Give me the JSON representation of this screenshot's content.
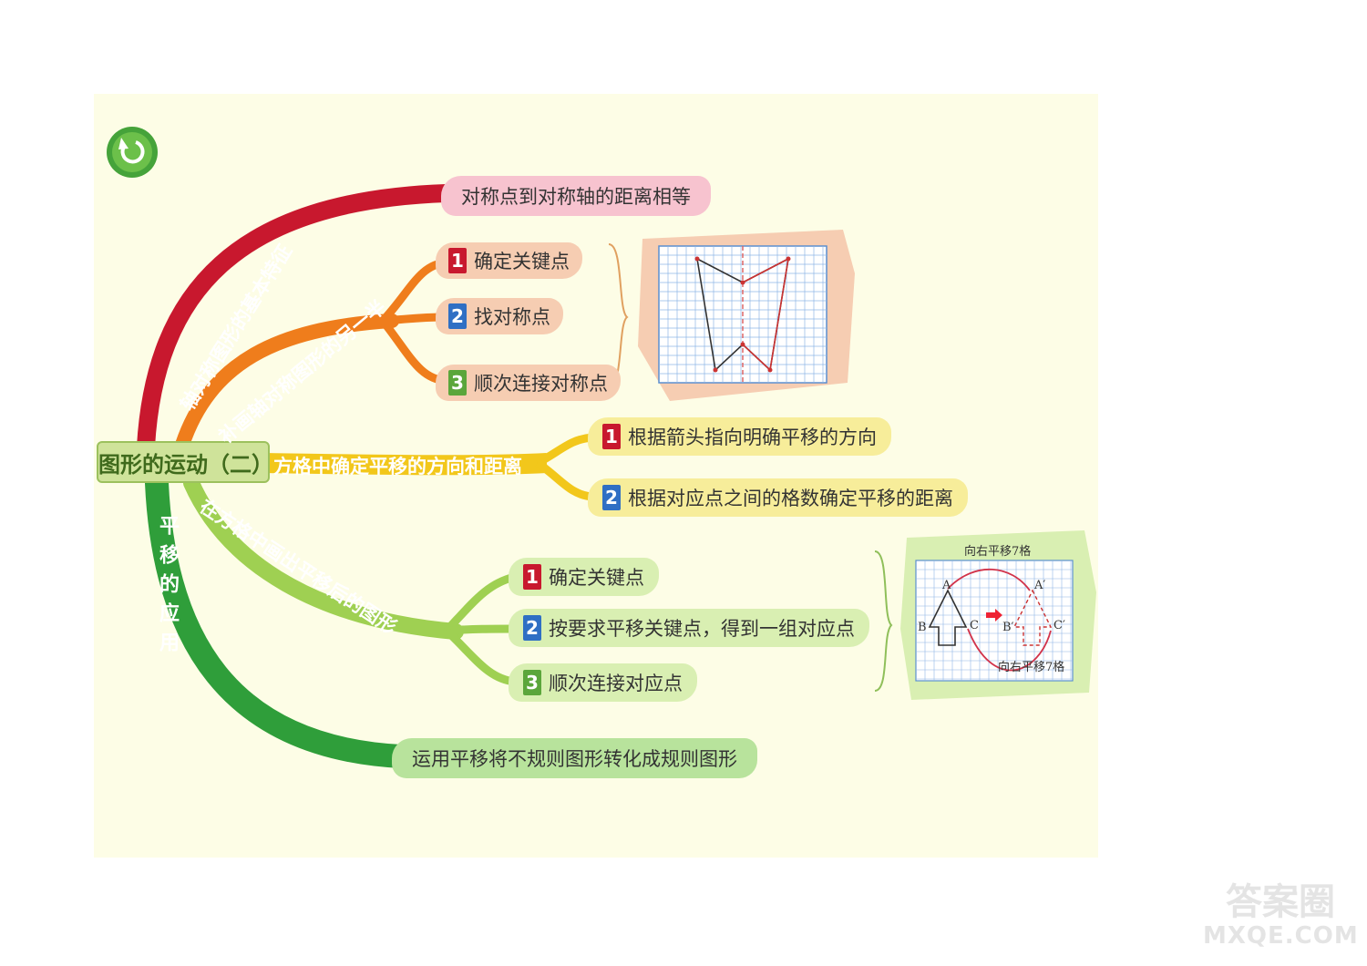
{
  "root": "图形的运动（二）",
  "branches": {
    "symmetry_feature": {
      "label": "轴对称图形的基本特征",
      "leaf": "对称点到对称轴的距离相等"
    },
    "complete_half": {
      "label": "补画轴对称图形的另一半",
      "steps": [
        {
          "num": "1",
          "text": "确定关键点"
        },
        {
          "num": "2",
          "text": "找对称点"
        },
        {
          "num": "3",
          "text": "顺次连接对称点"
        }
      ]
    },
    "translation_in_grid": {
      "label": "方格中确定平移的方向和距离",
      "steps": [
        {
          "num": "1",
          "text": "根据箭头指向明确平移的方向"
        },
        {
          "num": "2",
          "text": "根据对应点之间的格数确定平移的距离"
        }
      ]
    },
    "draw_translation": {
      "label": "在方格中画出平移后的图形",
      "steps": [
        {
          "num": "1",
          "text": "确定关键点"
        },
        {
          "num": "2",
          "text": "按要求平移关键点，得到一组对应点"
        },
        {
          "num": "3",
          "text": "顺次连接对应点"
        }
      ]
    },
    "translation_application": {
      "label": "平移的应用",
      "leaf": "运用平移将不规则图形转化成规则图形"
    }
  },
  "translation_figure": {
    "caption_top": "向右平移7格",
    "caption_bottom": "向右平移7格",
    "points": {
      "A": "A",
      "B": "B",
      "C": "C",
      "A2": "A′",
      "B2": "B′",
      "C2": "C′"
    }
  },
  "icons": {
    "back": "back-arrow-icon",
    "brace": "brace-icon"
  },
  "colors": {
    "red_branch": "#c8182e",
    "orange_branch": "#ef7d1c",
    "yellow_branch": "#f2c71b",
    "lightgreen_branch": "#9fd052",
    "green_branch": "#2f9e3a",
    "panel": "#fdfde6"
  },
  "watermark": {
    "line1": "答案圈",
    "line2": "MXQE.COM"
  }
}
